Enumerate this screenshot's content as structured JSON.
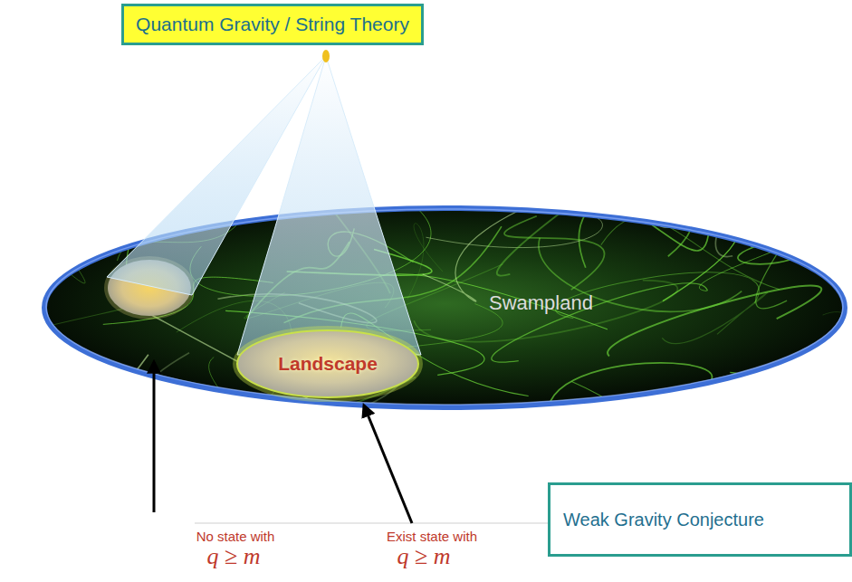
{
  "diagram": {
    "nodes": [
      {
        "text": [
          "Quantum Gravity / String Theory"
        ]
      },
      {
        "text": [
          "Swampland"
        ]
      },
      {
        "text": [
          "Landscape"
        ],
        "in": 1
      },
      {
        "text": [
          "Weak Gravity Conjecture"
        ]
      }
    ],
    "labels": [
      "No state with",
      "q ≥ m",
      "Exist state with",
      "q ≥ m"
    ]
  }
}
